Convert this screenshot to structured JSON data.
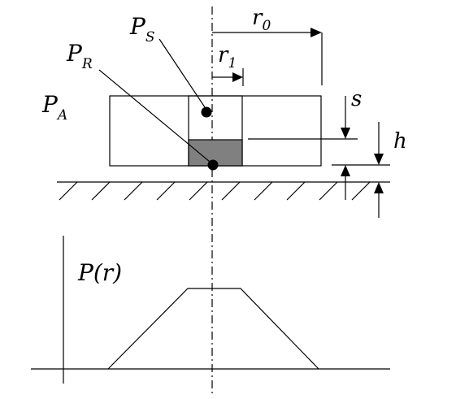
{
  "labels": {
    "ps": "P",
    "ps_sub": "S",
    "pr": "P",
    "pr_sub": "R",
    "pa": "P",
    "pa_sub": "A",
    "r0": "r",
    "r0_sub": "0",
    "r1": "r",
    "r1_sub": "1",
    "s": "s",
    "h": "h",
    "pr_func": "P(r)"
  },
  "colors": {
    "line": "#000000",
    "fill_region": "#808080",
    "background": "#ffffff"
  }
}
